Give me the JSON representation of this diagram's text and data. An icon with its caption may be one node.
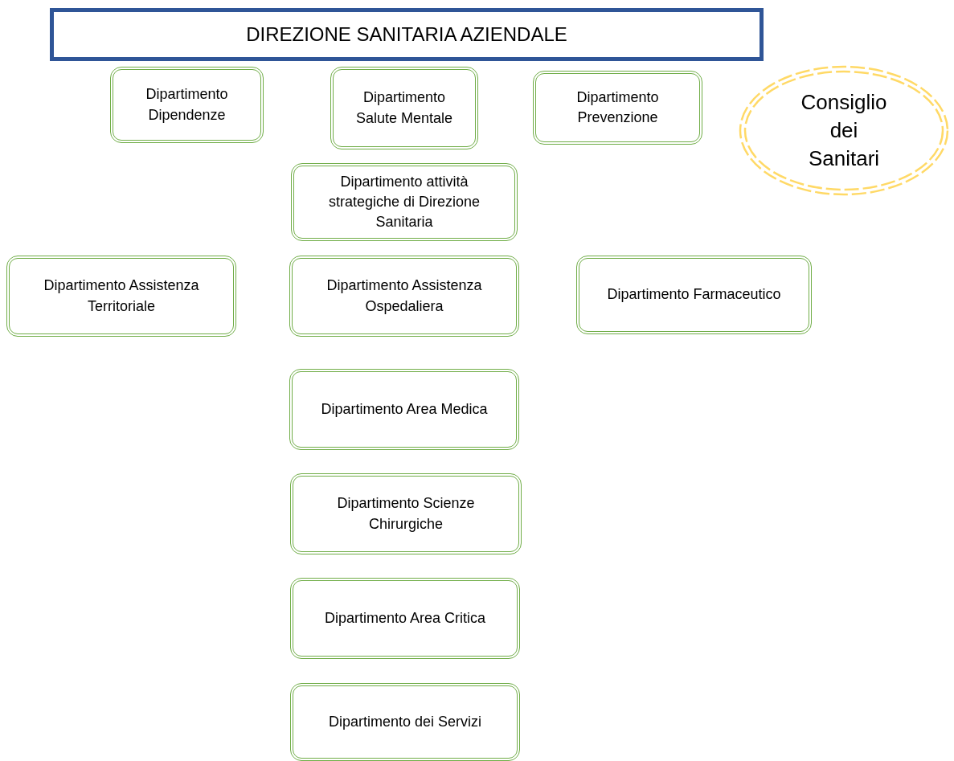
{
  "diagram": {
    "nodes": [
      {
        "text": [
          "DIREZIONE SANITARIA AZIENDALE"
        ]
      },
      {
        "text": [
          "Dipartimento Dipendenze"
        ]
      },
      {
        "text": [
          "Dipartimento Salute Mentale"
        ]
      },
      {
        "text": [
          "Dipartimento Prevenzione"
        ]
      },
      {
        "text": [
          "Consiglio dei Sanitari"
        ]
      },
      {
        "text": [
          "Dipartimento attività strategiche di Direzione Sanitaria"
        ]
      },
      {
        "text": [
          "Dipartimento Assistenza Territoriale"
        ]
      },
      {
        "text": [
          "Dipartimento Assistenza Ospedaliera"
        ]
      },
      {
        "text": [
          "Dipartimento Farmaceutico"
        ]
      },
      {
        "text": [
          "Dipartimento Area Medica"
        ]
      },
      {
        "text": [
          "Dipartimento Scienze Chirurgiche"
        ]
      },
      {
        "text": [
          "Dipartimento Area Critica"
        ]
      },
      {
        "text": [
          "Dipartimento dei Servizi"
        ]
      }
    ]
  }
}
